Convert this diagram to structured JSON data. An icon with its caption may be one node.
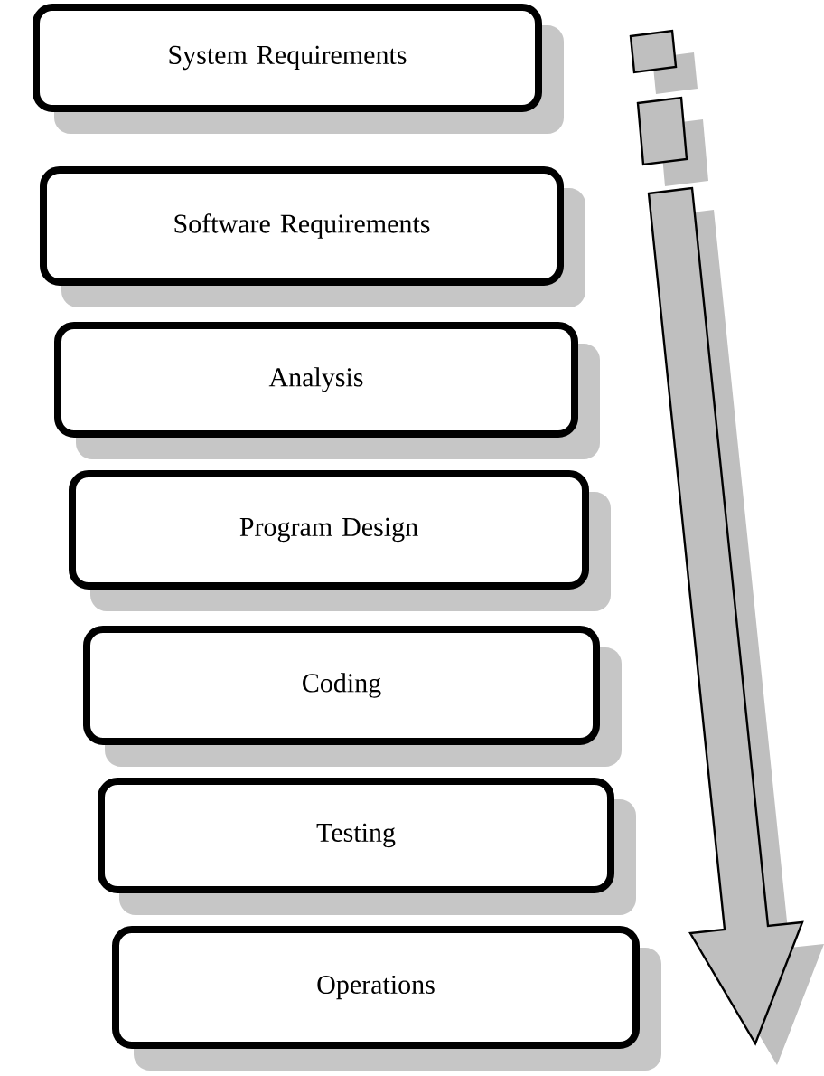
{
  "diagram": {
    "nodes": [
      {
        "text": [
          "System Requirements"
        ]
      },
      {
        "text": [
          "Software Requirements"
        ]
      },
      {
        "text": [
          "Analysis"
        ]
      },
      {
        "text": [
          "Program Design"
        ]
      },
      {
        "text": [
          "Coding"
        ]
      },
      {
        "text": [
          "Testing"
        ]
      },
      {
        "text": [
          "Operations"
        ]
      }
    ]
  }
}
